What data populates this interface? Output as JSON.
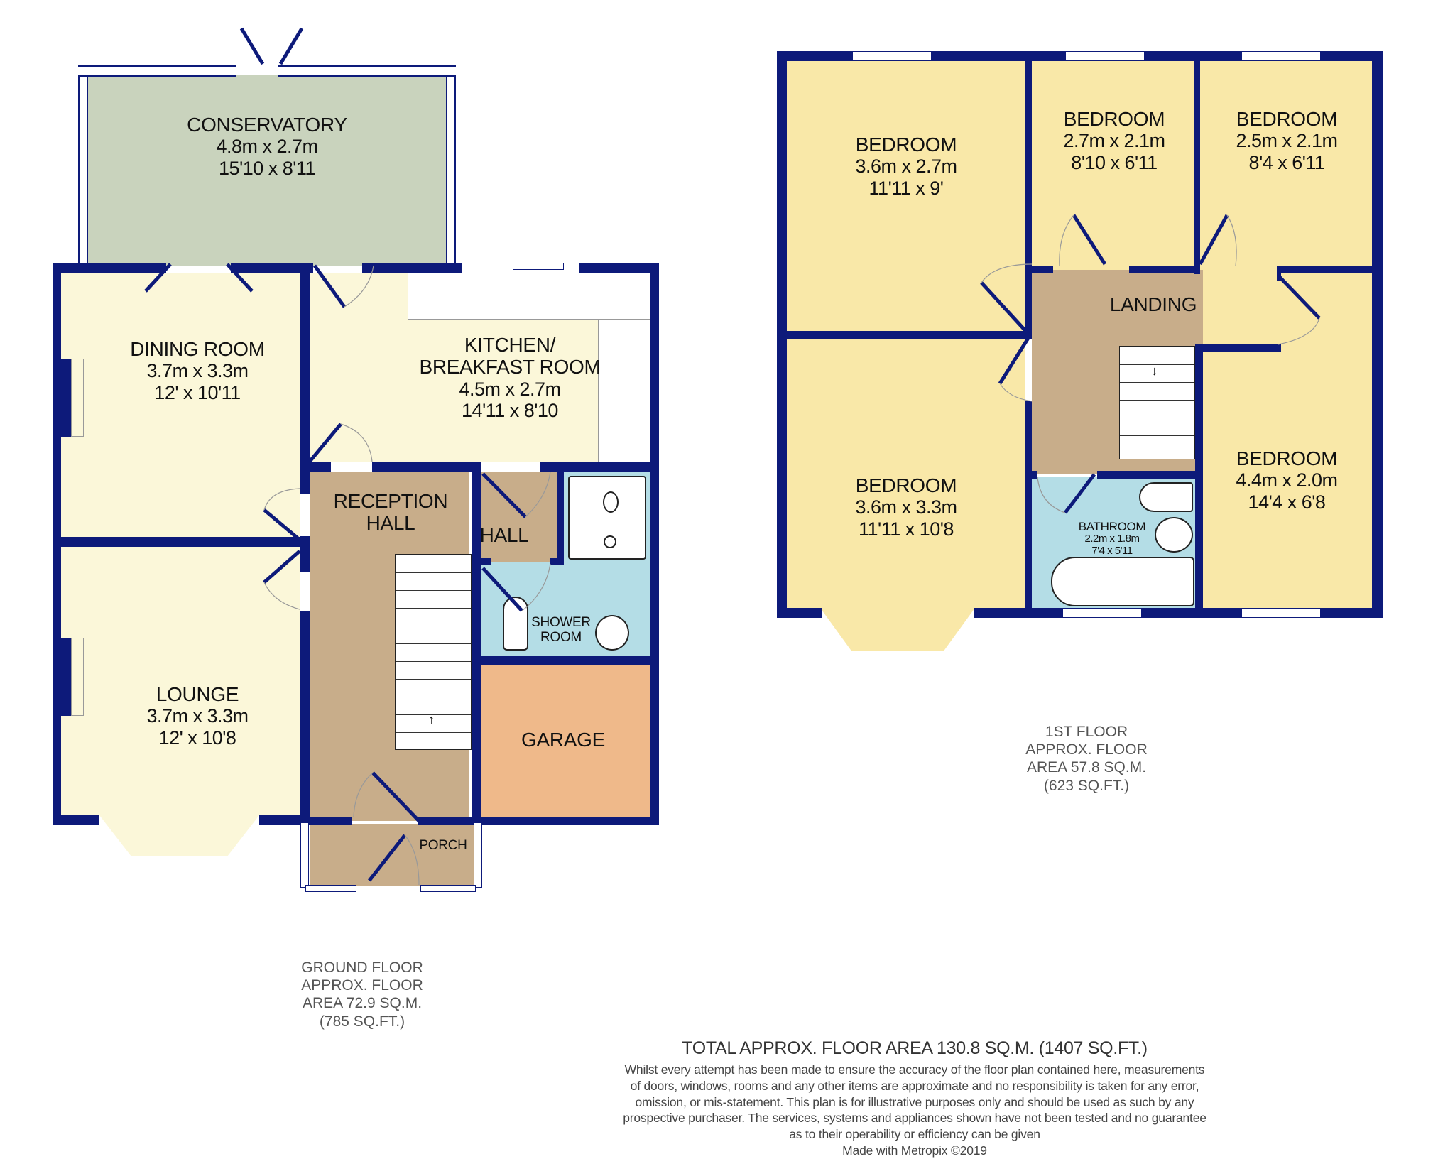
{
  "colors": {
    "wall": "#0d1a7a",
    "conservatory": "#c9d3bd",
    "living": "#fbf7d9",
    "hall": "#c8ad8a",
    "wet_room": "#b4dde6",
    "garage": "#efb98a",
    "bedroom": "#f9e8a8",
    "landing": "#c8ad8a"
  },
  "ground_floor": {
    "rooms": [
      {
        "id": "conservatory",
        "name": "CONSERVATORY",
        "metric": "4.8m x 2.7m",
        "imperial": "15'10 x 8'11"
      },
      {
        "id": "dining_room",
        "name": "DINING ROOM",
        "metric": "3.7m x 3.3m",
        "imperial": "12' x 10'11"
      },
      {
        "id": "kitchen",
        "name_line1": "KITCHEN/",
        "name_line2": "BREAKFAST ROOM",
        "metric": "4.5m x 2.7m",
        "imperial": "14'11 x 8'10"
      },
      {
        "id": "lounge",
        "name": "LOUNGE",
        "metric": "3.7m x 3.3m",
        "imperial": "12' x 10'8"
      },
      {
        "id": "reception_hall",
        "name_line1": "RECEPTION",
        "name_line2": "HALL"
      },
      {
        "id": "hall",
        "name": "HALL"
      },
      {
        "id": "shower_room",
        "name_line1": "SHOWER",
        "name_line2": "ROOM"
      },
      {
        "id": "garage",
        "name": "GARAGE"
      },
      {
        "id": "porch",
        "name": "PORCH"
      }
    ],
    "info": {
      "line1": "GROUND FLOOR",
      "line2": "APPROX. FLOOR",
      "line3": "AREA 72.9 SQ.M.",
      "line4": "(785 SQ.FT.)"
    }
  },
  "first_floor": {
    "rooms": [
      {
        "id": "bedroom_front_left",
        "name": "BEDROOM",
        "metric": "3.6m x 2.7m",
        "imperial": "11'11 x 9'"
      },
      {
        "id": "bedroom_middle",
        "name": "BEDROOM",
        "metric": "2.7m x 2.1m",
        "imperial": "8'10 x 6'11"
      },
      {
        "id": "bedroom_right_top",
        "name": "BEDROOM",
        "metric": "2.5m x 2.1m",
        "imperial": "8'4 x 6'11"
      },
      {
        "id": "landing",
        "name": "LANDING"
      },
      {
        "id": "bedroom_bay",
        "name": "BEDROOM",
        "metric": "3.6m x 3.3m",
        "imperial": "11'11 x 10'8"
      },
      {
        "id": "bathroom",
        "name": "BATHROOM",
        "metric": "2.2m x 1.8m",
        "imperial": "7'4 x 5'11"
      },
      {
        "id": "bedroom_right_bottom",
        "name": "BEDROOM",
        "metric": "4.4m x 2.0m",
        "imperial": "14'4 x 6'8"
      }
    ],
    "info": {
      "line1": "1ST FLOOR",
      "line2": "APPROX. FLOOR",
      "line3": "AREA 57.8 SQ.M.",
      "line4": "(623 SQ.FT.)"
    }
  },
  "footer": {
    "total": "TOTAL APPROX. FLOOR AREA 130.8 SQ.M. (1407 SQ.FT.)",
    "disclaimer": [
      "Whilst every attempt has been made to ensure the accuracy of the floor plan contained here, measurements",
      "of doors, windows, rooms and any other items are approximate and no responsibility is taken for any error,",
      "omission, or mis-statement. This plan is for illustrative purposes only and should be used as such by any",
      "prospective purchaser. The services, systems and appliances shown have not been tested and no guarantee",
      "as to their operability or efficiency can be given"
    ],
    "credit": "Made with Metropix ©2019"
  }
}
